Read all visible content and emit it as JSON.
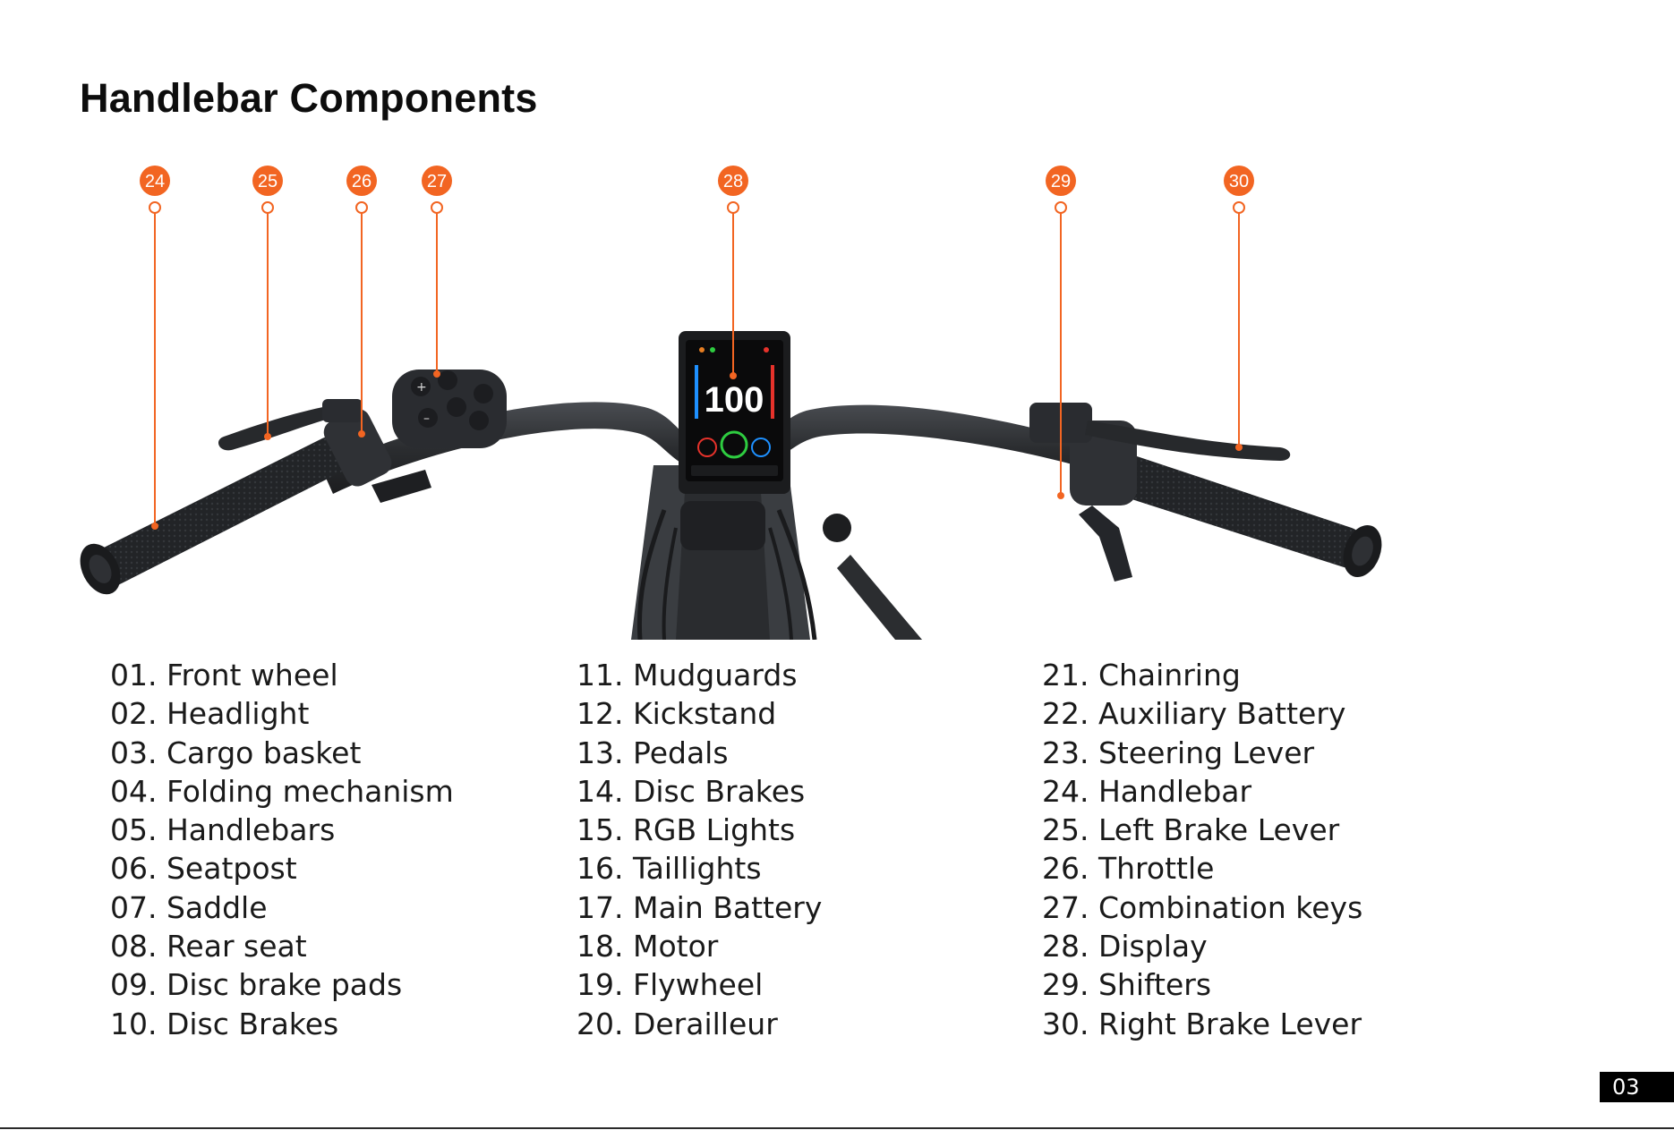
{
  "page": {
    "title": "Handlebar Components",
    "page_number": "03"
  },
  "display": {
    "speed": "100"
  },
  "callouts": [
    {
      "label": "24"
    },
    {
      "label": "25"
    },
    {
      "label": "26"
    },
    {
      "label": "27"
    },
    {
      "label": "28"
    },
    {
      "label": "29"
    },
    {
      "label": "30"
    }
  ],
  "parts": {
    "column_1": [
      "01. Front wheel",
      "02. Headlight",
      "03. Cargo basket",
      "04. Folding mechanism",
      "05. Handlebars",
      "06. Seatpost",
      "07. Saddle",
      "08. Rear seat",
      "09. Disc brake pads",
      "10. Disc Brakes"
    ],
    "column_2": [
      "11. Mudguards",
      "12. Kickstand",
      "13. Pedals",
      "14. Disc Brakes",
      "15. RGB Lights",
      "16. Taillights",
      "17. Main Battery",
      "18. Motor",
      "19. Flywheel",
      "20. Derailleur"
    ],
    "column_3": [
      "21. Chainring",
      "22. Auxiliary Battery",
      "23. Steering Lever",
      "24. Handlebar",
      "25. Left Brake Lever",
      "26. Throttle",
      "27. Combination keys",
      "28. Display",
      "29. Shifters",
      "30. Right Brake Lever"
    ]
  },
  "colors": {
    "accent": "#f26522",
    "bike_dark": "#2b2d30",
    "bike_mid": "#3a3d41",
    "text": "#1a1a1a"
  },
  "icons": [
    "handlebar-photo",
    "display-screen-icon",
    "callout-marker"
  ]
}
